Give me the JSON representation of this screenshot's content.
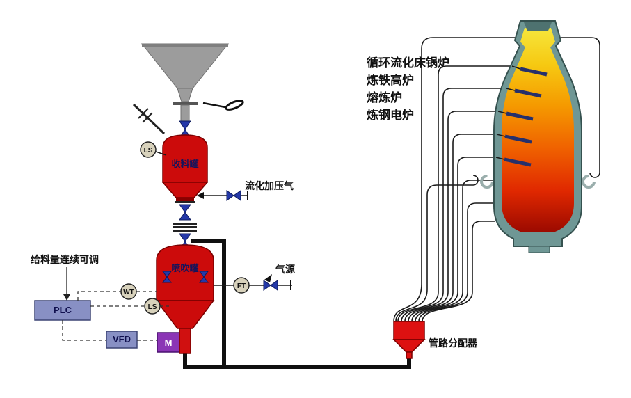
{
  "labels": {
    "receiving_tank": "收料罐",
    "blowing_tank": "喷吹罐",
    "fluidization_gas": "流化加压气",
    "gas_source": "气源",
    "feed_note": "给料量连续可调",
    "distributor": "管路分配器",
    "plc": "PLC",
    "vfd": "VFD",
    "motor": "M"
  },
  "instruments": {
    "ls_upper": "LS",
    "ls_lower": "LS",
    "weight": "WT",
    "flow": "FT"
  },
  "applications": [
    "循环流化床锅炉",
    "炼铁高炉",
    "熔炼炉",
    "炼钢电炉"
  ],
  "colors": {
    "vessel_red": "#cc0b0b",
    "valve_blue": "#2438a8",
    "control_box": "#8890c4",
    "motor_purple": "#8b35b5",
    "feeder_red": "#d01010",
    "furnace_shell": "#6f9795",
    "melt_top": "#f6e63c",
    "melt_bottom": "#9c0a00",
    "lance_blue": "#26306b"
  }
}
